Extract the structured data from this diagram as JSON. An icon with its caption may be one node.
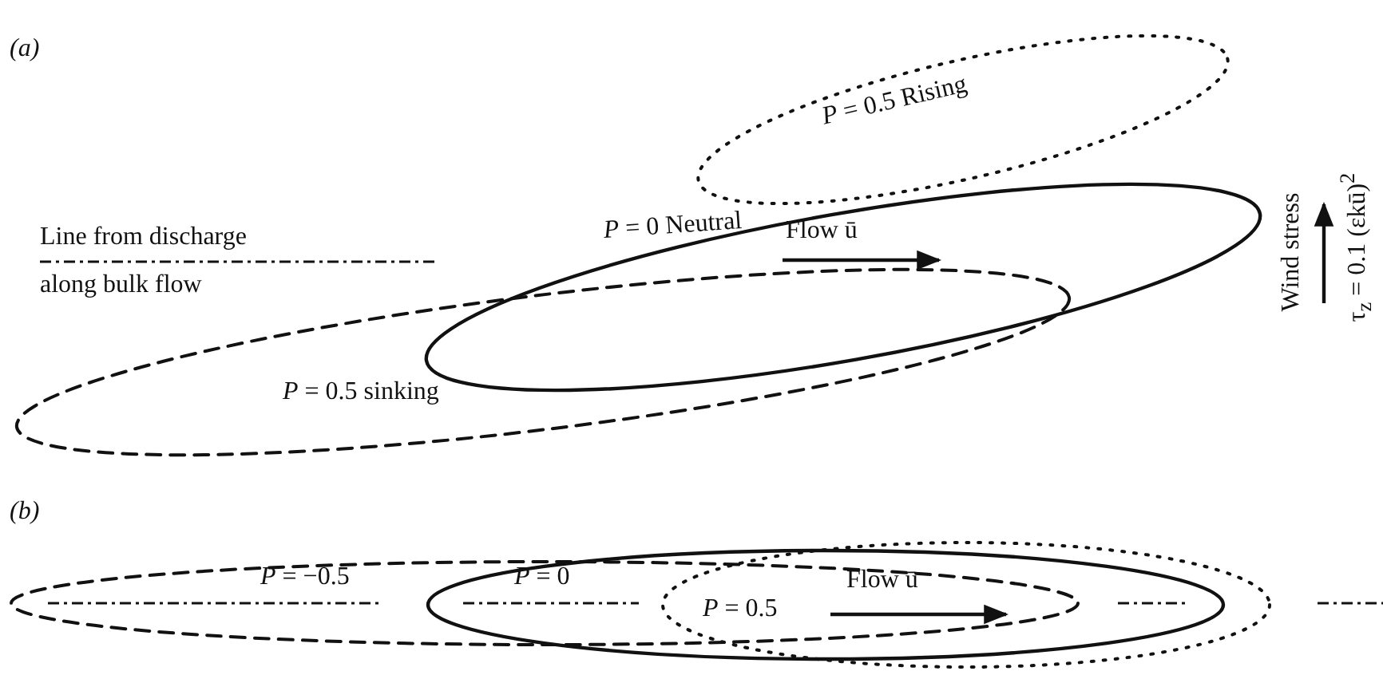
{
  "diagram": {
    "nodes": [
      {
        "text": [
          "*P* = 0.5 Rising"
        ]
      },
      {
        "text": [
          "*P* = 0 Neutral"
        ]
      },
      {
        "text": [
          "*P* = 0.5 sinking"
        ]
      },
      {
        "text": [
          "*P* = −0.5"
        ]
      },
      {
        "text": [
          "*P* = 0"
        ]
      },
      {
        "text": [
          "*P* = 0.5"
        ]
      }
    ],
    "labels": [
      "(a)",
      "Line from discharge along bulk flow",
      "Flow ū",
      "Wind stress",
      "τ$_{z}$ = 0.1 (εkū)$^{2}$",
      "(b)",
      "Flow ū"
    ]
  }
}
